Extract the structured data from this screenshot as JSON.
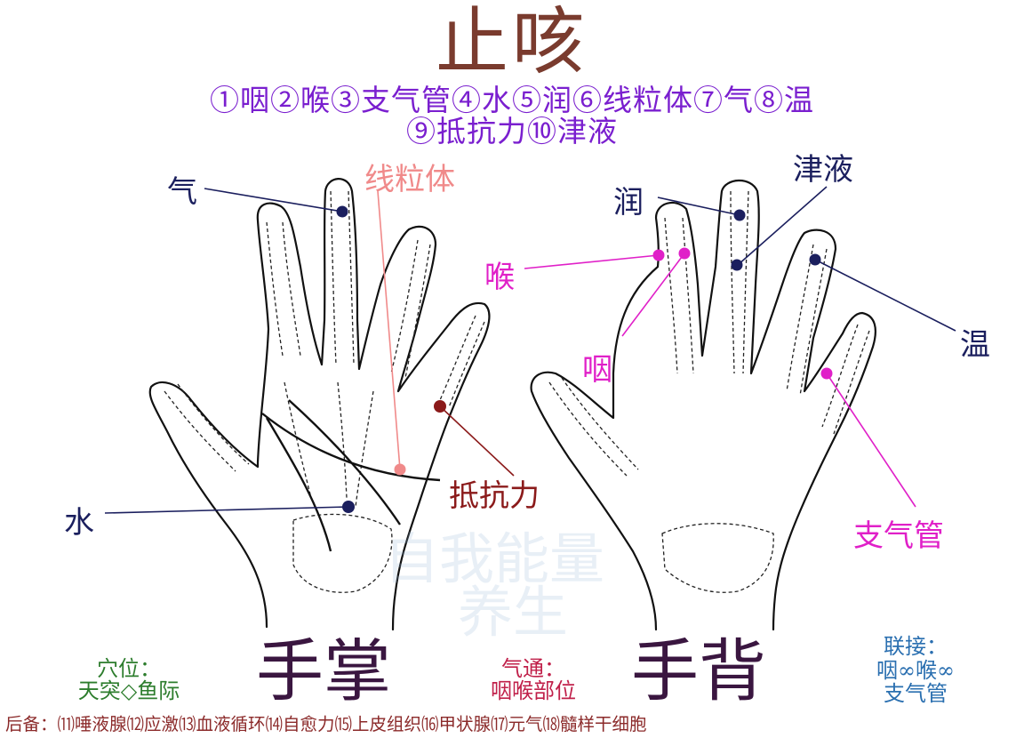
{
  "title": "止咳",
  "legend_line1": "①咽②喉③支气管④水⑤润⑥线粒体⑦气⑧温",
  "legend_line2": "⑨抵抗力⑩津液",
  "palm": {
    "label": "手掌",
    "points": {
      "qi": "气",
      "xianliti": "线粒体",
      "shui": "水",
      "dikangli": "抵抗力"
    }
  },
  "back": {
    "label": "手背",
    "points": {
      "run": "润",
      "jinye": "津液",
      "hou": "喉",
      "yan": "咽",
      "wen": "温",
      "zhiqiguan": "支气管"
    }
  },
  "acupoint": {
    "title": "穴位：",
    "value": "天突◇鱼际"
  },
  "qitong": {
    "title": "气通：",
    "value": "咽喉部位"
  },
  "lianjie": {
    "title": "联接：",
    "line1": "咽∞喉∞",
    "line2": "支气管"
  },
  "footer": "后备：⑾唾液腺⑿应激⒀血液循环⒁自愈力⒂上皮组织⒃甲状腺⒄元气⒅髓样干细胞",
  "watermark": {
    "line1": "自我能量",
    "line2": "养生"
  },
  "colors": {
    "title": "#7a3b2e",
    "legend": "#7a1fcf",
    "navy": "#1b1f5e",
    "pink": "#e85a8a",
    "salmon": "#f08a8a",
    "maroon": "#8b1a1a",
    "magenta": "#e020c8",
    "green": "#2d7d2d",
    "blue": "#2a6fb0",
    "crimson": "#c0204a",
    "footer": "#8b2a2a"
  },
  "icons": [
    "palm-outline-icon",
    "hand-back-outline-icon",
    "acupoint-dot-icon"
  ]
}
